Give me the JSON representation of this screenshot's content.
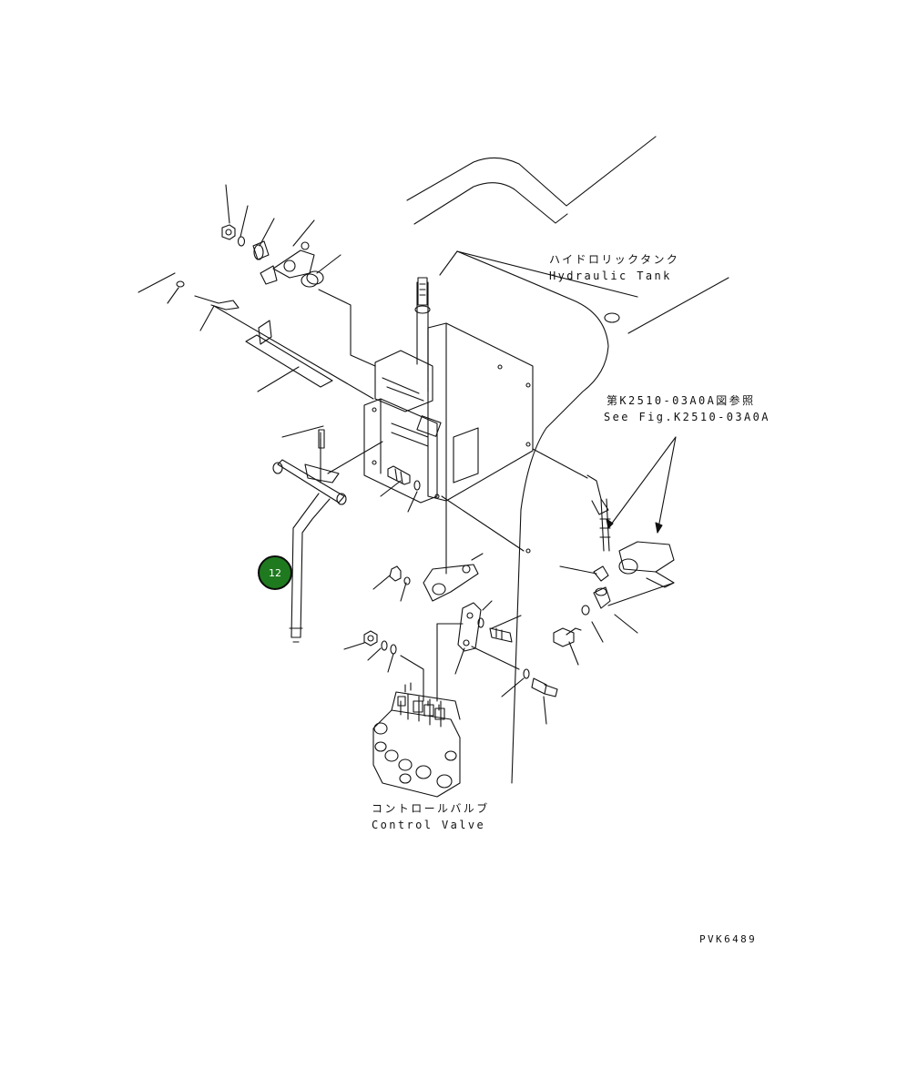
{
  "labels": {
    "hydraulic_tank_jp": "ハイドロリックタンク",
    "hydraulic_tank_en": "Hydraulic Tank",
    "see_fig_jp": "第K2510-03A0A図参照",
    "see_fig_en": "See Fig.K2510-03A0A",
    "control_valve_jp": "コントロールバルブ",
    "control_valve_en": "Control Valve",
    "drawing_number": "PVK6489"
  },
  "callouts": [
    {
      "number": "12",
      "color": "#1f7a1f"
    }
  ]
}
